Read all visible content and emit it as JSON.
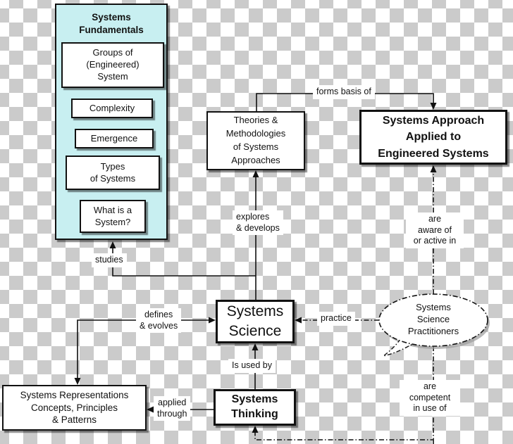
{
  "colors": {
    "checker_gray": "#cbcbcb",
    "fundamentals_fill": "#c8eff1",
    "line_color": "#111111",
    "node_fill": "#ffffff"
  },
  "diagram": {
    "fundamentals": {
      "title": "Systems\nFundamentals",
      "items": [
        "Groups of\n(Engineered)\nSystem",
        "Complexity",
        "Emergence",
        "Types\nof Systems",
        "What is a\nSystem?"
      ]
    },
    "nodes": {
      "theories": "Theories &\nMethodologies\nof Systems\nApproaches",
      "approach": "Systems Approach\nApplied to\nEngineered Systems",
      "science": "Systems\nScience",
      "thinking": "Systems\nThinking",
      "representations": "Systems Representations\nConcepts, Principles\n& Patterns",
      "practitioners": "Systems\nScience\nPractitioners"
    },
    "edge_labels": {
      "forms_basis": "forms basis of",
      "explores": "explores\n& develops",
      "aware": "are\naware of\nor active in",
      "studies": "studies",
      "defines": "defines\n& evolves",
      "practice": "practice",
      "used_by": "Is used by",
      "applied": "applied\nthrough",
      "competent": "are\ncompetent\nin use of"
    }
  }
}
